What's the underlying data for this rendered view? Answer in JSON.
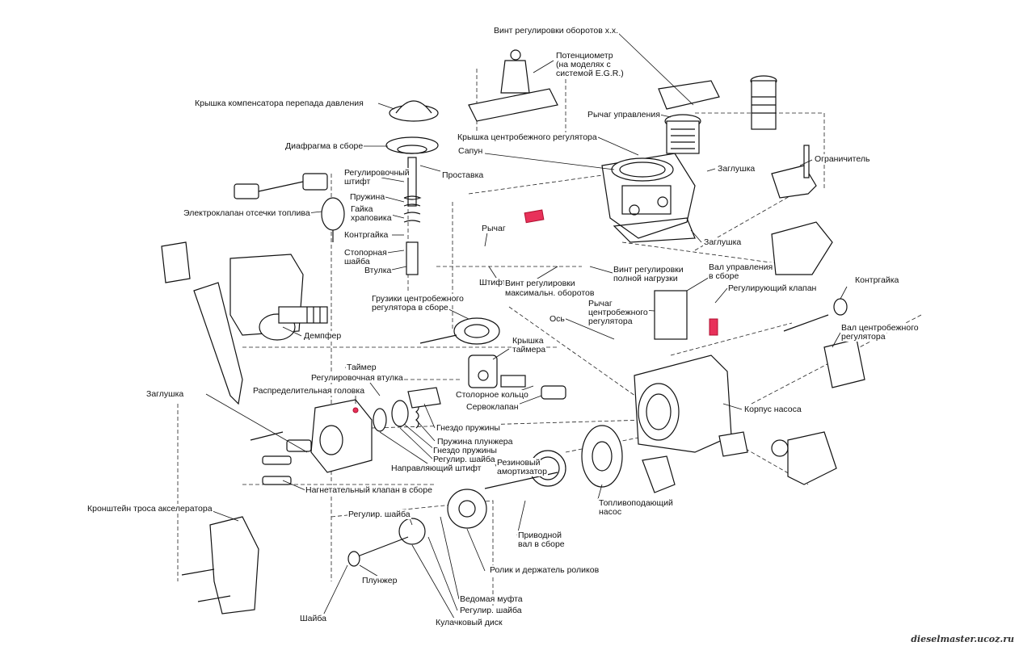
{
  "labels": {
    "idle_screw": "Винт регулировки оборотов х.х.",
    "potentiometer_1": "Потенциометр",
    "potentiometer_2": "(на моделях с",
    "potentiometer_3": "системой E.G.R.)",
    "comp_cover": "Крышка компенсатора перепада давления",
    "control_lever": "Рычаг управления",
    "gov_cover": "Крышка центробежного регулятора",
    "breather": "Сапун",
    "diaphragm": "Диафрагма в сборе",
    "limiter": "Ограничитель",
    "spacer": "Проставка",
    "plug_top": "Заглушка",
    "adj_pin_1": "Регулировочный",
    "adj_pin_2": "штифт",
    "spring": "Пружина",
    "ratchet_nut_1": "Гайка",
    "ratchet_nut_2": "храповика",
    "cutoff_valve": "Электроклапан отсечки топлива",
    "locknut": "Контргайка",
    "lever": "Рычаг",
    "plug_mid": "Заглушка",
    "stop_washer_1": "Стопорная",
    "stop_washer_2": "шайба",
    "sleeve": "Втулка",
    "pin": "Штифт",
    "max_screw_1": "Винт регулировки",
    "max_screw_2": "максимальн. оборотов",
    "full_load_1": "Винт регулировки",
    "full_load_2": "полной нагрузки",
    "control_shaft_1": "Вал управления",
    "control_shaft_2": "в сборе",
    "reg_valve": "Регулирующий клапан",
    "locknut_right": "Контргайка",
    "weights_1": "Грузики центробежного",
    "weights_2": "регулятора в сборе",
    "gov_lever_1": "Рычаг",
    "gov_lever_2": "центробежного",
    "gov_lever_3": "регулятора",
    "damper": "Демпфер",
    "axis": "Ось",
    "gov_shaft_1": "Вал центробежного",
    "gov_shaft_2": "регулятора",
    "timer_cover_1": "Крышка",
    "timer_cover_2": "таймера",
    "timer": "Таймер",
    "adj_sleeve": "Регулировочная втулка",
    "dist_head": "Распределительная головка",
    "plug_left": "Заглушка",
    "stop_ring": "Столорное кольцо",
    "servo": "Сервоклапан",
    "pump_body": "Корпус насоса",
    "spring_seat": "Гнездо пружины",
    "plunger_spring": "Пружина плунжера",
    "spring_seat2": "Гнездо пружины",
    "adj_washer": "Регулир. шайба",
    "guide_pin": "Направляющий штифт",
    "rubber_1": "Резиновый",
    "rubber_2": "амортизатор",
    "delivery_valve": "Нагнетательный клапан в сборе",
    "bracket": "Кронштейн троса акселератора",
    "feed_pump_1": "Топливоподающий",
    "feed_pump_2": "насос",
    "adj_washer2": "Регулир. шайба",
    "drive_shaft_1": "Приводной",
    "drive_shaft_2": "вал в сборе",
    "plunger": "Плунжер",
    "roller": "Ролик и держатель роликов",
    "driven_coupling": "Ведомая муфта",
    "washer": "Шайба",
    "adj_washer3": "Регулир. шайба",
    "cam_disc": "Кулачковый диск"
  },
  "watermark": "dieselmaster.ucoz.ru",
  "colors": {
    "highlight": "#e8315a",
    "line": "#111111"
  }
}
